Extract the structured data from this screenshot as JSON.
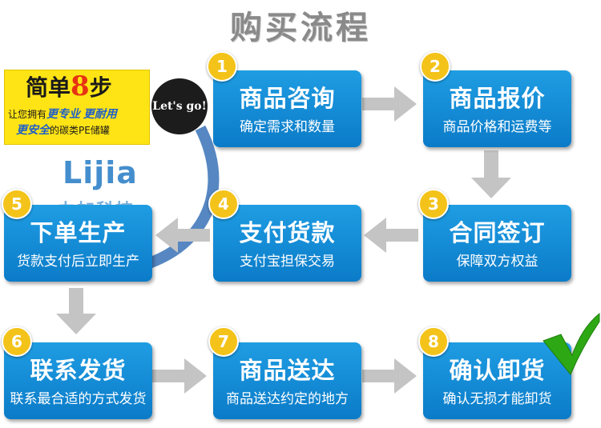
{
  "title": "购买流程",
  "banner": {
    "headline_a": "简单",
    "headline_num": "8",
    "headline_b": "步",
    "line1_a": "让您拥有",
    "line1_hl1": "更专业",
    "line1_hl2": "更耐用",
    "line2_hl": "更安全",
    "line2_b": "的碳类PE储罐"
  },
  "letsgo": "Let's go!",
  "logo": {
    "text": "Lijia",
    "cn": "力加科技"
  },
  "steps": [
    {
      "num": "1",
      "title": "商品咨询",
      "sub": "确定需求和数量"
    },
    {
      "num": "2",
      "title": "商品报价",
      "sub": "商品价格和运费等"
    },
    {
      "num": "3",
      "title": "合同签订",
      "sub": "保障双方权益"
    },
    {
      "num": "4",
      "title": "支付货款",
      "sub": "支付宝担保交易"
    },
    {
      "num": "5",
      "title": "下单生产",
      "sub": "货款支付后立即生产"
    },
    {
      "num": "6",
      "title": "联系发货",
      "sub": "联系最合适的方式发货"
    },
    {
      "num": "7",
      "title": "商品送达",
      "sub": "商品送达约定的地方"
    },
    {
      "num": "8",
      "title": "确认卸货",
      "sub": "确认无损才能卸货"
    }
  ],
  "colors": {
    "box": "#0b7bc8",
    "badge": "#f4c31a",
    "arrow": "#c4c4c4",
    "check": "#2da814"
  }
}
